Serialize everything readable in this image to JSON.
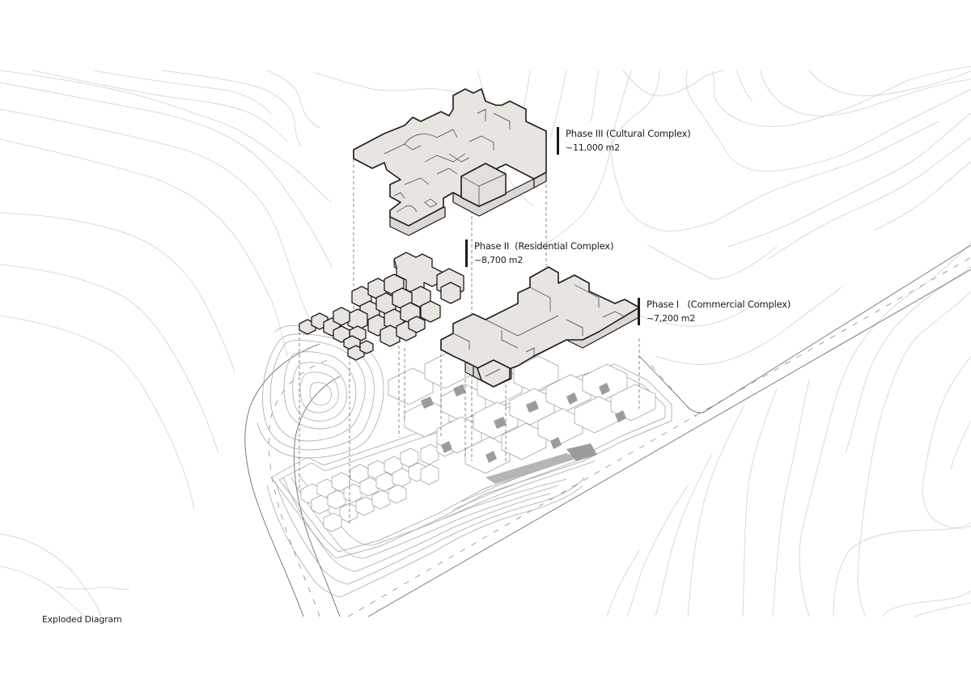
{
  "diagram": {
    "caption": "Exploded Diagram",
    "style": {
      "background": "#ffffff",
      "slab_fill": "#e8e4e0",
      "outline_color": "#1c1c1c",
      "contour_color": "#cfcfcf"
    },
    "layers": [
      {
        "id": "phase3",
        "title": "Phase III (Cultural Complex)",
        "area": "~11,000 m2",
        "position": "top"
      },
      {
        "id": "phase2",
        "title": "Phase II  (Residential Complex)",
        "area": "~8,700 m2",
        "position": "middle-left"
      },
      {
        "id": "phase1",
        "title": "Phase I   (Commercial Complex)",
        "area": "~7,200 m2",
        "position": "middle-right"
      }
    ],
    "base": {
      "description": "site plan with topography contours, ground-level building footprints and road"
    }
  }
}
